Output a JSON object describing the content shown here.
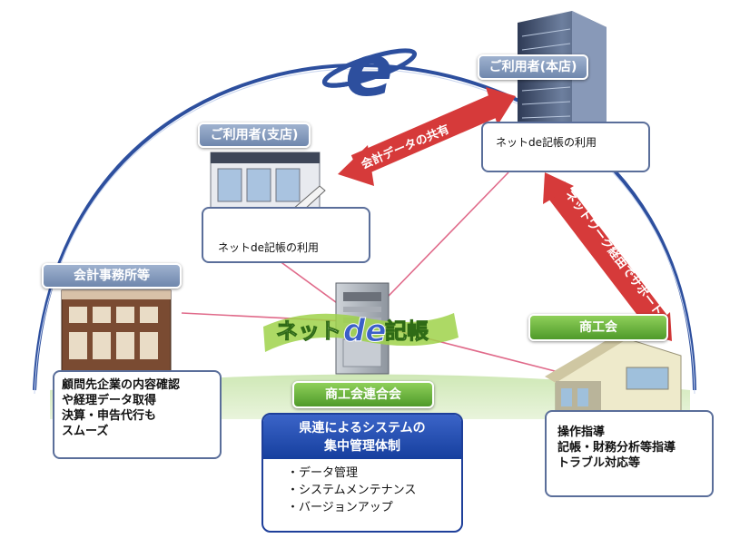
{
  "nodes": {
    "user_head": {
      "label": "ご利用者(本店)",
      "caption": "ネットde記帳の利用"
    },
    "user_branch": {
      "label": "ご利用者(支店)",
      "caption": "ネットde記帳の利用"
    },
    "accountant": {
      "label": "会計事務所等",
      "lines": [
        "顧問先企業の内容確認",
        "や経理データ取得",
        "決算・申告代行も",
        "スムーズ"
      ]
    },
    "chamber": {
      "label": "商工会",
      "lines": [
        "操作指導",
        "記帳・財務分析等指導",
        "トラブル対応等"
      ]
    },
    "federation": {
      "label": "商工会連合会"
    }
  },
  "arrows": {
    "share": "会計データの共有",
    "support": "ネットワーク経由でサポート"
  },
  "central": {
    "logo_pre": "ネット",
    "logo_mid": "de",
    "logo_post": "記帳",
    "title_line1": "県連によるシステムの",
    "title_line2": "集中管理体制",
    "items": [
      "・データ管理",
      "・システムメンテナンス",
      "・バージョンアップ"
    ]
  },
  "colors": {
    "arc": "#2d4f9e",
    "arrow": "#d63a3a",
    "connector": "#e06a8a",
    "green": "#5aa632",
    "callout_border": "#5a6e9a"
  },
  "icons": [
    "internet-e-icon",
    "office-tower-icon",
    "shop-building-icon",
    "office-building-icon",
    "server-rack-icon",
    "house-icon"
  ]
}
